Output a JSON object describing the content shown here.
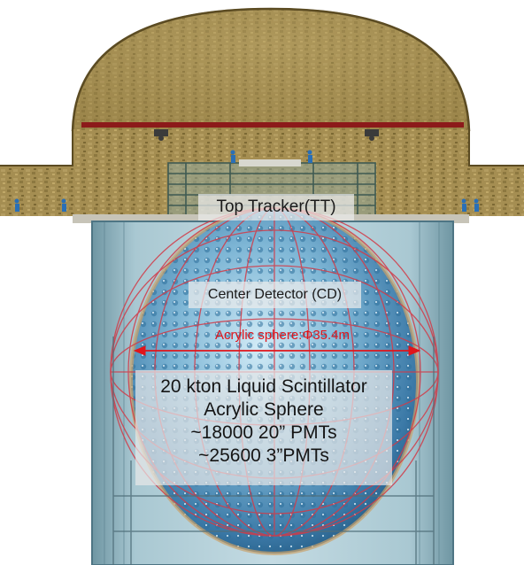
{
  "labels": {
    "top_tracker": "Top Tracker(TT)",
    "center_detector": "Center Detector (CD)",
    "acrylic_sphere_dimension": "Acrylic sphere:Φ35.4m",
    "main_lines": [
      "20 kton Liquid Scintillator",
      "Acrylic Sphere",
      "~18000 20” PMTs",
      "~25600 3”PMTs"
    ]
  },
  "colors": {
    "rock": "#a58e52",
    "rock_dark": "#6e5c2c",
    "water_pool": "#9fc3cf",
    "sphere": "#5b9cc4",
    "truss": "#d23a47",
    "dimension": "#e0151b",
    "crane_rail": "#8c1a1a"
  },
  "icons": [
    "worker-figure",
    "crane-hook"
  ]
}
